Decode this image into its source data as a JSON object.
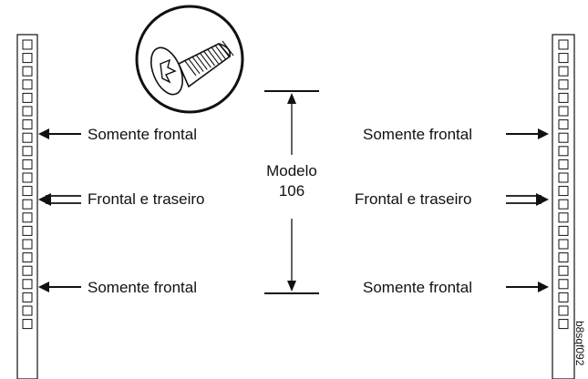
{
  "labels": {
    "front_only": "Somente frontal",
    "front_back": "Frontal e traseiro",
    "model_line1": "Modelo",
    "model_line2": "106",
    "figure_id": "b8sqf092"
  },
  "icons": {
    "screw": "screw-icon",
    "arrow_single": "arrow-left-icon",
    "arrow_double": "double-arrow-icon"
  },
  "colors": {
    "line": "#111111",
    "screw_fill": "#ffffff"
  }
}
